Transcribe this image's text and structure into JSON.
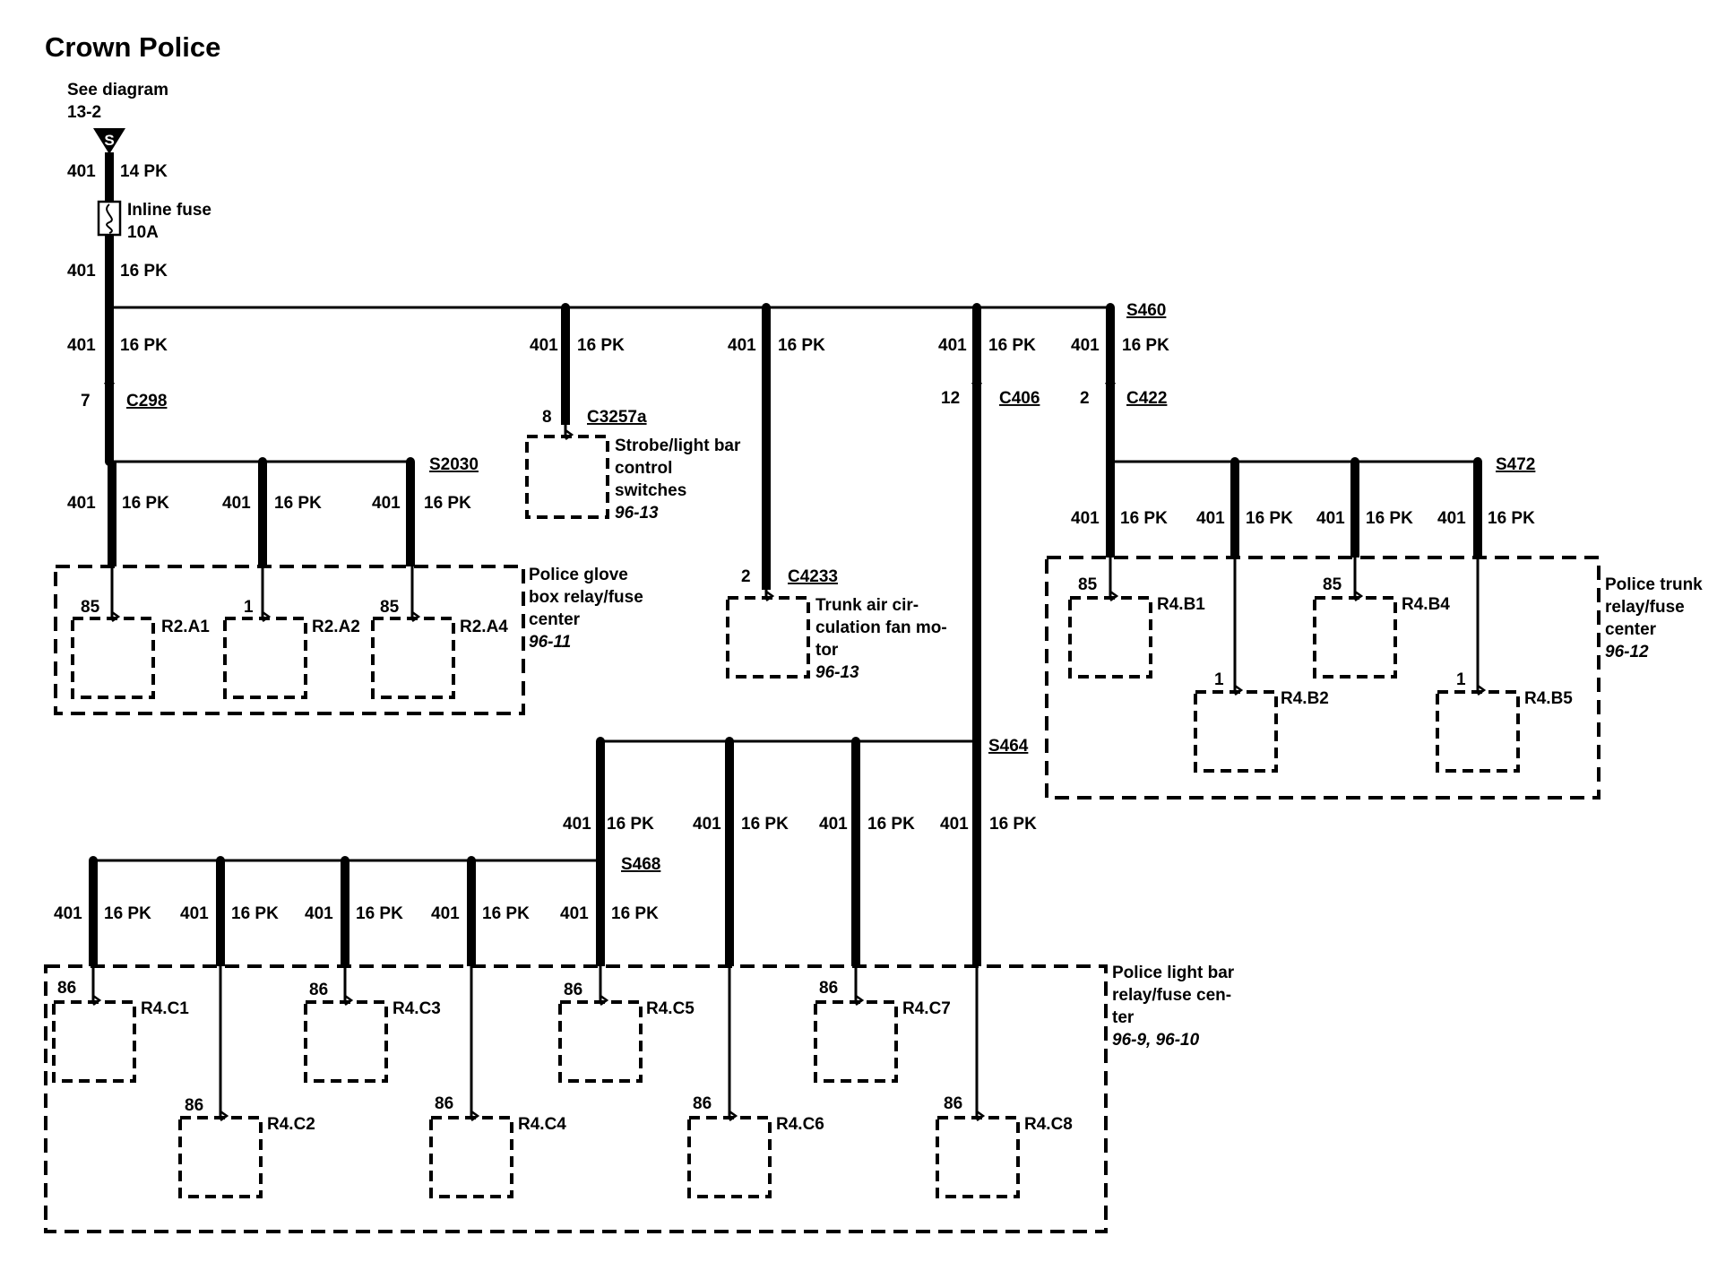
{
  "title": "Crown Police",
  "source": {
    "note_line1": "See diagram",
    "note_line2": "13-2",
    "symbol": "S"
  },
  "wire": {
    "circuit": "401",
    "feed_gauge": "14 PK",
    "gauge": "16 PK"
  },
  "fuse": {
    "line1": "Inline fuse",
    "line2": "10A"
  },
  "splices": {
    "s460": "S460",
    "s2030": "S2030",
    "s472": "S472",
    "s464": "S464",
    "s468": "S468"
  },
  "connectors": {
    "c298": {
      "name": "C298",
      "pin": "7"
    },
    "c3257a": {
      "name": "C3257a",
      "pin": "8"
    },
    "c4233": {
      "name": "C4233",
      "pin": "2"
    },
    "c406": {
      "name": "C406",
      "pin": "12"
    },
    "c422": {
      "name": "C422",
      "pin": "2"
    }
  },
  "components": {
    "strobe": {
      "line1": "Strobe/light bar",
      "line2": "control",
      "line3": "switches",
      "ref": "96-13"
    },
    "trunk_fan": {
      "line1": "Trunk air cir-",
      "line2": "culation fan mo-",
      "line3": "tor",
      "ref": "96-13"
    },
    "glove_box": {
      "line1": "Police glove",
      "line2": "box relay/fuse",
      "line3": "center",
      "ref": "96-11"
    },
    "trunk_center": {
      "line1": "Police trunk",
      "line2": "relay/fuse",
      "line3": "center",
      "ref": "96-12"
    },
    "light_bar": {
      "line1": "Police light bar",
      "line2": "relay/fuse cen-",
      "line3": "ter",
      "ref": "96-9, 96-10"
    }
  },
  "relays": {
    "r2a1": {
      "name": "R2.A1",
      "pin": "85"
    },
    "r2a2": {
      "name": "R2.A2",
      "pin": "1"
    },
    "r2a4": {
      "name": "R2.A4",
      "pin": "85"
    },
    "r4b1": {
      "name": "R4.B1",
      "pin": "85"
    },
    "r4b2": {
      "name": "R4.B2",
      "pin": "1"
    },
    "r4b4": {
      "name": "R4.B4",
      "pin": "85"
    },
    "r4b5": {
      "name": "R4.B5",
      "pin": "1"
    },
    "r4c1": {
      "name": "R4.C1",
      "pin": "86"
    },
    "r4c2": {
      "name": "R4.C2",
      "pin": "86"
    },
    "r4c3": {
      "name": "R4.C3",
      "pin": "86"
    },
    "r4c4": {
      "name": "R4.C4",
      "pin": "86"
    },
    "r4c5": {
      "name": "R4.C5",
      "pin": "86"
    },
    "r4c6": {
      "name": "R4.C6",
      "pin": "86"
    },
    "r4c7": {
      "name": "R4.C7",
      "pin": "86"
    },
    "r4c8": {
      "name": "R4.C8",
      "pin": "86"
    }
  }
}
